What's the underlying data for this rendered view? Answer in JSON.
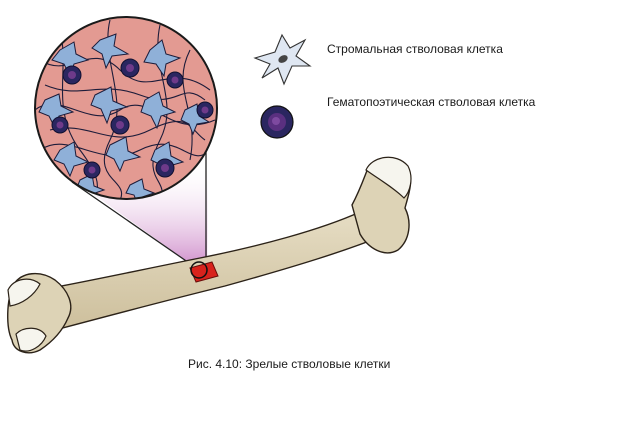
{
  "legend": {
    "stromal_label": "Стромальная стволовая клетка",
    "hsc_label": "Гематопоэтическая стволовая клетка"
  },
  "caption": "Рис. 4.10: Зрелые стволовые клетки",
  "colors": {
    "bone": "#ddd3b6",
    "bone_outline": "#2b2218",
    "cartilage": "#f6f5ee",
    "marrow_tissue": "#e39a92",
    "stromal_cell": "#8fb0d8",
    "hematopoietic_cell": "#2a2660",
    "section_mark": "#d8221c"
  }
}
